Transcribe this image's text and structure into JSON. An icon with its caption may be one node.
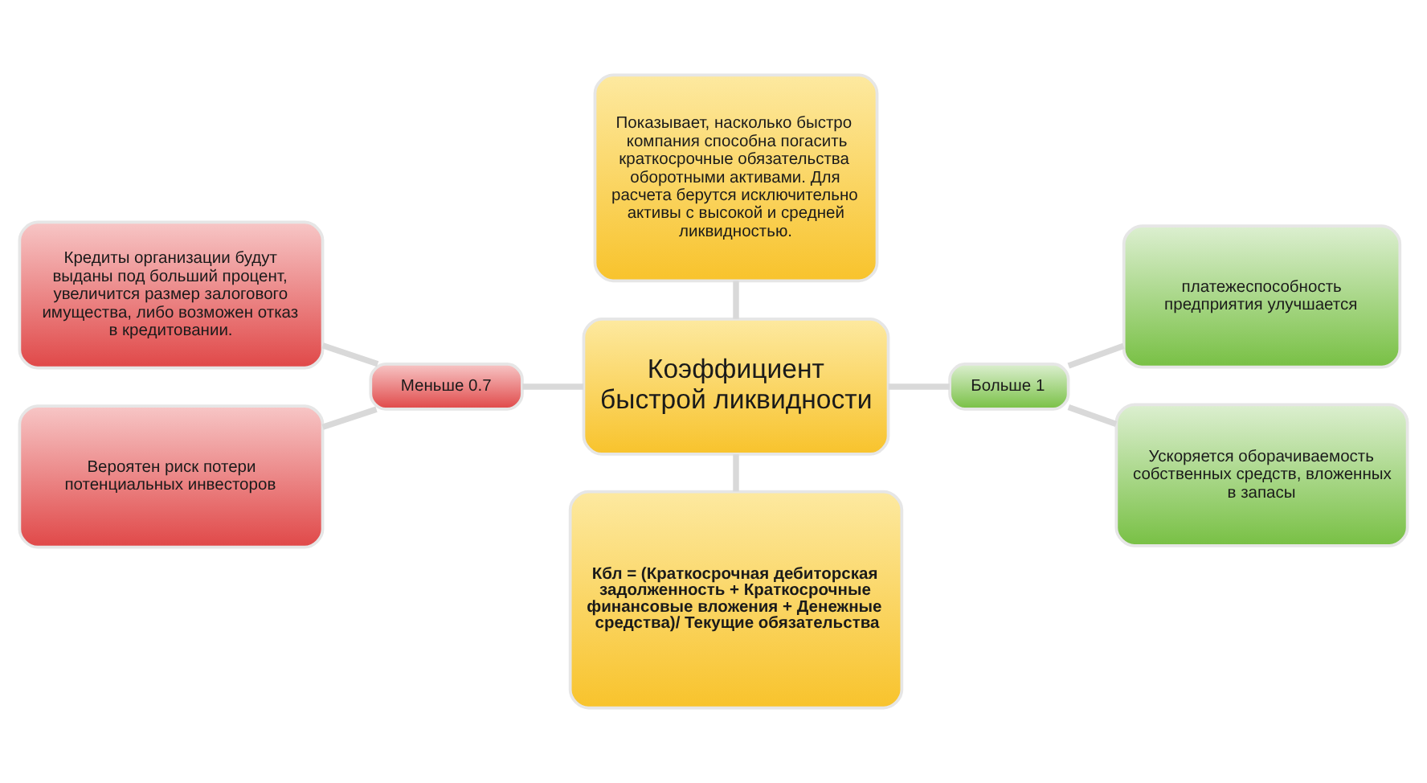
{
  "diagram": {
    "nodes": [
      {
        "text": [
          "Показывает, насколько быстро компания способна погасить краткосрочные обязательства оборотными активами. Для расчета берутся исключительно активы с высокой и средней ликвидностью."
        ]
      },
      {
        "text": [
          "Кредиты организации будут выданы под больший процент, увеличится размер залогового имущества, либо возможен отказ в кредитовании."
        ]
      },
      {
        "text": [
          "платежеспособность предприятия улучшается"
        ]
      },
      {
        "text": [
          "Коэффициент быстрой ликвидности"
        ]
      },
      {
        "text": [
          "Меньше 0.7"
        ]
      },
      {
        "text": [
          "Больше 1"
        ]
      },
      {
        "text": [
          "Вероятен риск потери потенциальных инвесторов"
        ]
      },
      {
        "text": [
          "Ускоряется оборачиваемость собственных средств, вложенных в запасы"
        ]
      },
      {
        "text": [
          "Кбл = (Краткосрочная дебиторская задолженность + Краткосрочные финансовые вложения + Денежные средства)/ Текущие обязательства"
        ]
      }
    ],
    "edges": [
      {
        "from": 1,
        "to": 4,
        "arrow": "none"
      },
      {
        "from": 6,
        "to": 4,
        "arrow": "none"
      },
      {
        "from": 4,
        "to": 3,
        "arrow": "none"
      },
      {
        "from": 0,
        "to": 3,
        "arrow": "none"
      },
      {
        "from": 3,
        "to": 8,
        "arrow": "none"
      },
      {
        "from": 3,
        "to": 5,
        "arrow": "none"
      },
      {
        "from": 5,
        "to": 2,
        "arrow": "none"
      },
      {
        "from": 5,
        "to": 7,
        "arrow": "none"
      }
    ]
  }
}
